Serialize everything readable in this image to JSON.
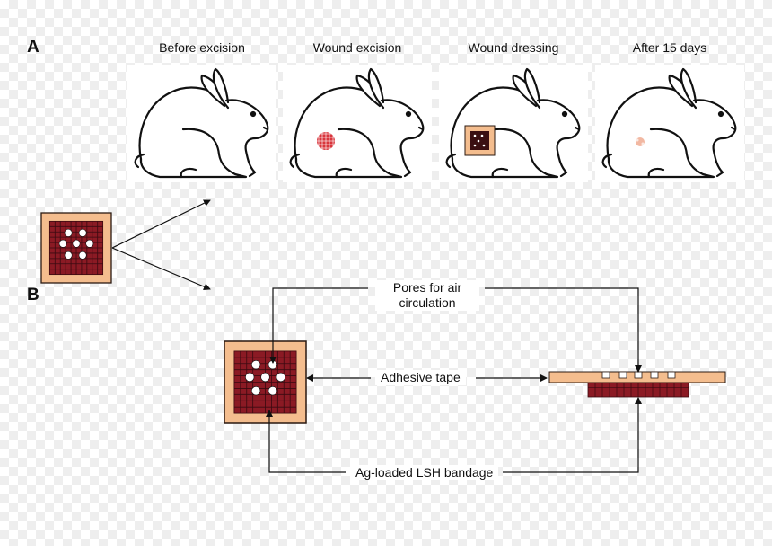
{
  "panels": {
    "a": "A",
    "b": "B"
  },
  "stages": [
    {
      "label": "Before excision",
      "wound": "none"
    },
    {
      "label": "Wound excision",
      "wound": "excision"
    },
    {
      "label": "Wound dressing",
      "wound": "dressing"
    },
    {
      "label": "After 15 days",
      "wound": "healed"
    }
  ],
  "callouts": {
    "pores": [
      "Pores for air",
      "circulation"
    ],
    "tape": "Adhesive tape",
    "bandage": "Ag-loaded LSH bandage"
  },
  "colors": {
    "tape": "#f4bd8e",
    "bandage": "#8b1a24",
    "wound": "#d9353c",
    "healed": "#f2b8a2"
  }
}
